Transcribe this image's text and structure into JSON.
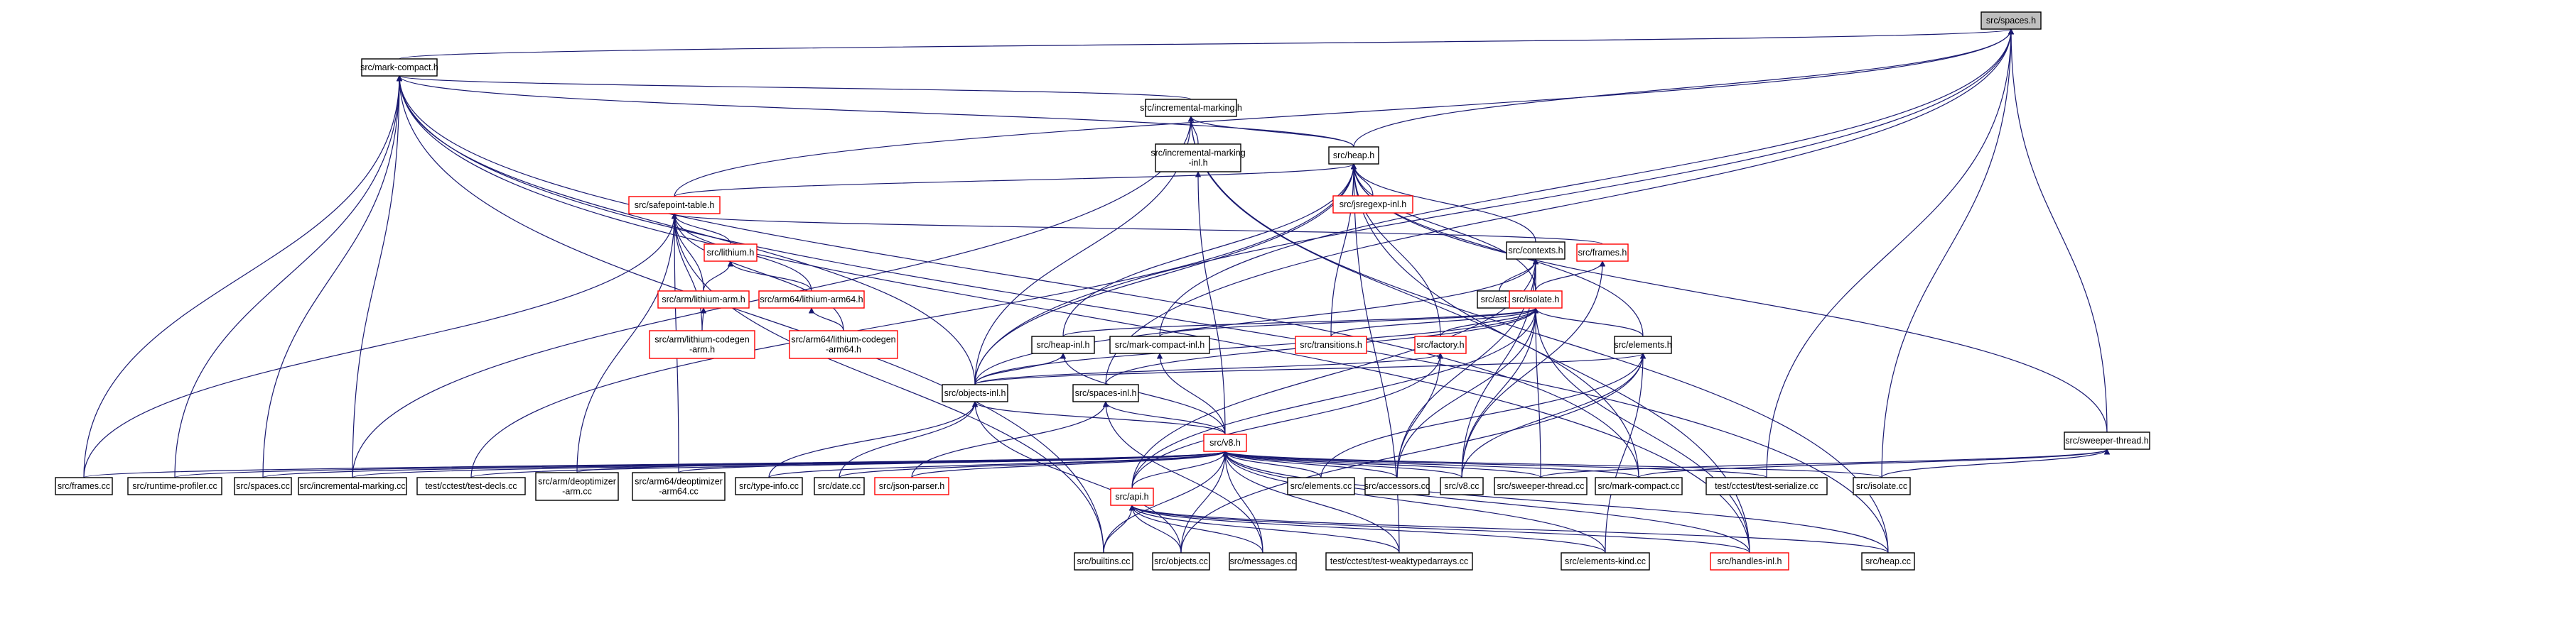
{
  "diagram": {
    "type": "include-dependency-graph",
    "colors": {
      "edge": "#191970",
      "node_border": "#000000",
      "incomplete_node_border": "#ff0000",
      "root_fill": "#bfbfbf"
    },
    "nodes": [
      {
        "id": "spaces_h",
        "label": "src/spaces.h",
        "root": true
      },
      {
        "id": "mark_compact_h",
        "label": "src/mark-compact.h"
      },
      {
        "id": "incremental_marking_h",
        "label": "src/incremental-marking.h"
      },
      {
        "id": "incremental_marking_inl_h",
        "label": "src/incremental-marking\n-inl.h"
      },
      {
        "id": "heap_h",
        "label": "src/heap.h"
      },
      {
        "id": "safepoint_table_h",
        "label": "src/safepoint-table.h",
        "red": true
      },
      {
        "id": "jsregexp_inl_h",
        "label": "src/jsregexp-inl.h",
        "red": true
      },
      {
        "id": "lithium_h",
        "label": "src/lithium.h",
        "red": true
      },
      {
        "id": "contexts_h",
        "label": "src/contexts.h"
      },
      {
        "id": "frames_h",
        "label": "src/frames.h",
        "red": true
      },
      {
        "id": "arm_lithium_arm_h",
        "label": "src/arm/lithium-arm.h",
        "red": true
      },
      {
        "id": "arm64_lithium_arm64_h",
        "label": "src/arm64/lithium-arm64.h",
        "red": true
      },
      {
        "id": "ast_cc",
        "label": "src/ast.cc"
      },
      {
        "id": "isolate_h",
        "label": "src/isolate.h",
        "red": true
      },
      {
        "id": "arm_lithium_codegen_arm_h",
        "label": "src/arm/lithium-codegen\n-arm.h",
        "red": true
      },
      {
        "id": "arm64_lithium_codegen_arm64_h",
        "label": "src/arm64/lithium-codegen\n-arm64.h",
        "red": true
      },
      {
        "id": "heap_inl_h",
        "label": "src/heap-inl.h"
      },
      {
        "id": "mark_compact_inl_h",
        "label": "src/mark-compact-inl.h"
      },
      {
        "id": "transitions_h",
        "label": "src/transitions.h",
        "red": true
      },
      {
        "id": "factory_h",
        "label": "src/factory.h",
        "red": true
      },
      {
        "id": "elements_h",
        "label": "src/elements.h"
      },
      {
        "id": "objects_inl_h",
        "label": "src/objects-inl.h"
      },
      {
        "id": "spaces_inl_h",
        "label": "src/spaces-inl.h"
      },
      {
        "id": "sweeper_thread_h",
        "label": "src/sweeper-thread.h"
      },
      {
        "id": "v8_h",
        "label": "src/v8.h",
        "red": true
      },
      {
        "id": "frames_cc",
        "label": "src/frames.cc"
      },
      {
        "id": "runtime_profiler_cc",
        "label": "src/runtime-profiler.cc"
      },
      {
        "id": "spaces_cc",
        "label": "src/spaces.cc"
      },
      {
        "id": "incremental_marking_cc",
        "label": "src/incremental-marking.cc"
      },
      {
        "id": "test_decls_cc",
        "label": "test/cctest/test-decls.cc"
      },
      {
        "id": "arm_deoptimizer_arm_cc",
        "label": "src/arm/deoptimizer\n-arm.cc"
      },
      {
        "id": "arm64_deoptimizer_arm64_cc",
        "label": "src/arm64/deoptimizer\n-arm64.cc"
      },
      {
        "id": "type_info_cc",
        "label": "src/type-info.cc"
      },
      {
        "id": "date_cc",
        "label": "src/date.cc"
      },
      {
        "id": "json_parser_h",
        "label": "src/json-parser.h",
        "red": true
      },
      {
        "id": "api_h",
        "label": "src/api.h",
        "red": true
      },
      {
        "id": "elements_cc",
        "label": "src/elements.cc"
      },
      {
        "id": "accessors_cc",
        "label": "src/accessors.cc"
      },
      {
        "id": "v8_cc",
        "label": "src/v8.cc"
      },
      {
        "id": "sweeper_thread_cc",
        "label": "src/sweeper-thread.cc"
      },
      {
        "id": "mark_compact_cc",
        "label": "src/mark-compact.cc"
      },
      {
        "id": "test_serialize_cc",
        "label": "test/cctest/test-serialize.cc"
      },
      {
        "id": "isolate_cc",
        "label": "src/isolate.cc"
      },
      {
        "id": "builtins_cc",
        "label": "src/builtins.cc"
      },
      {
        "id": "objects_cc",
        "label": "src/objects.cc"
      },
      {
        "id": "messages_cc",
        "label": "src/messages.cc"
      },
      {
        "id": "test_weaktypedarrays_cc",
        "label": "test/cctest/test-weaktypedarrays.cc"
      },
      {
        "id": "elements_kind_cc",
        "label": "src/elements-kind.cc"
      },
      {
        "id": "handles_inl_h",
        "label": "src/handles-inl.h",
        "red": true
      },
      {
        "id": "heap_cc",
        "label": "src/heap.cc"
      }
    ],
    "edges": [
      [
        "mark_compact_h",
        "spaces_h"
      ],
      [
        "heap_h",
        "spaces_h"
      ],
      [
        "sweeper_thread_h",
        "spaces_h"
      ],
      [
        "test_serialize_cc",
        "spaces_h"
      ],
      [
        "isolate_cc",
        "spaces_h"
      ],
      [
        "spaces_inl_h",
        "spaces_h"
      ],
      [
        "objects_inl_h",
        "spaces_h"
      ],
      [
        "safepoint_table_h",
        "spaces_h"
      ],
      [
        "mark_compact_inl_h",
        "spaces_h"
      ],
      [
        "incremental_marking_h",
        "mark_compact_h"
      ],
      [
        "heap_h",
        "mark_compact_h"
      ],
      [
        "frames_cc",
        "mark_compact_h"
      ],
      [
        "runtime_profiler_cc",
        "mark_compact_h"
      ],
      [
        "spaces_cc",
        "mark_compact_h"
      ],
      [
        "builtins_cc",
        "mark_compact_h"
      ],
      [
        "handles_inl_h",
        "mark_compact_h"
      ],
      [
        "mark_compact_cc",
        "mark_compact_h"
      ],
      [
        "heap_cc",
        "mark_compact_h"
      ],
      [
        "objects_inl_h",
        "mark_compact_h"
      ],
      [
        "incremental_marking_cc",
        "mark_compact_h"
      ],
      [
        "incremental_marking_inl_h",
        "incremental_marking_h"
      ],
      [
        "heap_h",
        "incremental_marking_h"
      ],
      [
        "objects_inl_h",
        "incremental_marking_h"
      ],
      [
        "incremental_marking_cc",
        "incremental_marking_h"
      ],
      [
        "heap_cc",
        "incremental_marking_h"
      ],
      [
        "mark_compact_cc",
        "incremental_marking_h"
      ],
      [
        "v8_h",
        "incremental_marking_inl_h"
      ],
      [
        "safepoint_table_h",
        "heap_h"
      ],
      [
        "jsregexp_inl_h",
        "heap_h"
      ],
      [
        "contexts_h",
        "heap_h"
      ],
      [
        "isolate_h",
        "heap_h"
      ],
      [
        "heap_inl_h",
        "heap_h"
      ],
      [
        "factory_h",
        "heap_h"
      ],
      [
        "elements_h",
        "heap_h"
      ],
      [
        "objects_inl_h",
        "heap_h"
      ],
      [
        "transitions_h",
        "heap_h"
      ],
      [
        "test_weaktypedarrays_cc",
        "heap_h"
      ],
      [
        "handles_inl_h",
        "heap_h"
      ],
      [
        "sweeper_thread_h",
        "heap_h"
      ],
      [
        "test_decls_cc",
        "heap_h"
      ],
      [
        "lithium_h",
        "safepoint_table_h"
      ],
      [
        "frames_h",
        "safepoint_table_h"
      ],
      [
        "arm_lithium_arm_h",
        "safepoint_table_h"
      ],
      [
        "arm64_lithium_arm64_h",
        "safepoint_table_h"
      ],
      [
        "arm_lithium_codegen_arm_h",
        "safepoint_table_h"
      ],
      [
        "arm64_lithium_codegen_arm64_h",
        "safepoint_table_h"
      ],
      [
        "frames_cc",
        "safepoint_table_h"
      ],
      [
        "arm_deoptimizer_arm_cc",
        "safepoint_table_h"
      ],
      [
        "arm64_deoptimizer_arm64_cc",
        "safepoint_table_h"
      ],
      [
        "builtins_cc",
        "safepoint_table_h"
      ],
      [
        "arm_lithium_arm_h",
        "lithium_h"
      ],
      [
        "arm64_lithium_arm64_h",
        "lithium_h"
      ],
      [
        "arm_lithium_codegen_arm_h",
        "arm_lithium_arm_h"
      ],
      [
        "arm64_lithium_codegen_arm64_h",
        "arm64_lithium_arm64_h"
      ],
      [
        "ast_cc",
        "contexts_h"
      ],
      [
        "isolate_h",
        "contexts_h"
      ],
      [
        "objects_inl_h",
        "contexts_h"
      ],
      [
        "api_h",
        "contexts_h"
      ],
      [
        "accessors_cc",
        "contexts_h"
      ],
      [
        "v8_cc",
        "contexts_h"
      ],
      [
        "isolate_h",
        "frames_h"
      ],
      [
        "v8_cc",
        "frames_h"
      ],
      [
        "heap_inl_h",
        "isolate_h"
      ],
      [
        "mark_compact_inl_h",
        "isolate_h"
      ],
      [
        "transitions_h",
        "isolate_h"
      ],
      [
        "factory_h",
        "isolate_h"
      ],
      [
        "elements_h",
        "isolate_h"
      ],
      [
        "objects_inl_h",
        "isolate_h"
      ],
      [
        "spaces_inl_h",
        "isolate_h"
      ],
      [
        "api_h",
        "isolate_h"
      ],
      [
        "accessors_cc",
        "isolate_h"
      ],
      [
        "v8_cc",
        "isolate_h"
      ],
      [
        "sweeper_thread_cc",
        "isolate_h"
      ],
      [
        "handles_inl_h",
        "isolate_h"
      ],
      [
        "objects_inl_h",
        "heap_inl_h"
      ],
      [
        "v8_h",
        "heap_inl_h"
      ],
      [
        "v8_h",
        "mark_compact_inl_h"
      ],
      [
        "objects_inl_h",
        "factory_h"
      ],
      [
        "api_h",
        "factory_h"
      ],
      [
        "accessors_cc",
        "factory_h"
      ],
      [
        "objects_inl_h",
        "elements_h"
      ],
      [
        "elements_cc",
        "elements_h"
      ],
      [
        "objects_cc",
        "elements_h"
      ],
      [
        "elements_kind_cc",
        "elements_h"
      ],
      [
        "v8_cc",
        "elements_h"
      ],
      [
        "v8_h",
        "objects_inl_h"
      ],
      [
        "date_cc",
        "objects_inl_h"
      ],
      [
        "type_info_cc",
        "objects_inl_h"
      ],
      [
        "objects_cc",
        "objects_inl_h"
      ],
      [
        "v8_h",
        "spaces_inl_h"
      ],
      [
        "json_parser_h",
        "spaces_inl_h"
      ],
      [
        "messages_cc",
        "spaces_inl_h"
      ],
      [
        "sweeper_thread_cc",
        "sweeper_thread_h"
      ],
      [
        "mark_compact_cc",
        "sweeper_thread_h"
      ],
      [
        "isolate_cc",
        "sweeper_thread_h"
      ],
      [
        "frames_cc",
        "v8_h"
      ],
      [
        "runtime_profiler_cc",
        "v8_h"
      ],
      [
        "spaces_cc",
        "v8_h"
      ],
      [
        "incremental_marking_cc",
        "v8_h"
      ],
      [
        "test_decls_cc",
        "v8_h"
      ],
      [
        "arm_deoptimizer_arm_cc",
        "v8_h"
      ],
      [
        "arm64_deoptimizer_arm64_cc",
        "v8_h"
      ],
      [
        "type_info_cc",
        "v8_h"
      ],
      [
        "date_cc",
        "v8_h"
      ],
      [
        "json_parser_h",
        "v8_h"
      ],
      [
        "api_h",
        "v8_h"
      ],
      [
        "elements_cc",
        "v8_h"
      ],
      [
        "accessors_cc",
        "v8_h"
      ],
      [
        "v8_cc",
        "v8_h"
      ],
      [
        "sweeper_thread_cc",
        "v8_h"
      ],
      [
        "mark_compact_cc",
        "v8_h"
      ],
      [
        "test_serialize_cc",
        "v8_h"
      ],
      [
        "isolate_cc",
        "v8_h"
      ],
      [
        "builtins_cc",
        "v8_h"
      ],
      [
        "objects_cc",
        "v8_h"
      ],
      [
        "messages_cc",
        "v8_h"
      ],
      [
        "test_weaktypedarrays_cc",
        "v8_h"
      ],
      [
        "elements_kind_cc",
        "v8_h"
      ],
      [
        "handles_inl_h",
        "v8_h"
      ],
      [
        "heap_cc",
        "v8_h"
      ],
      [
        "builtins_cc",
        "api_h"
      ],
      [
        "objects_cc",
        "api_h"
      ],
      [
        "messages_cc",
        "api_h"
      ],
      [
        "test_weaktypedarrays_cc",
        "api_h"
      ],
      [
        "elements_kind_cc",
        "api_h"
      ],
      [
        "handles_inl_h",
        "api_h"
      ],
      [
        "heap_cc",
        "api_h"
      ]
    ]
  }
}
